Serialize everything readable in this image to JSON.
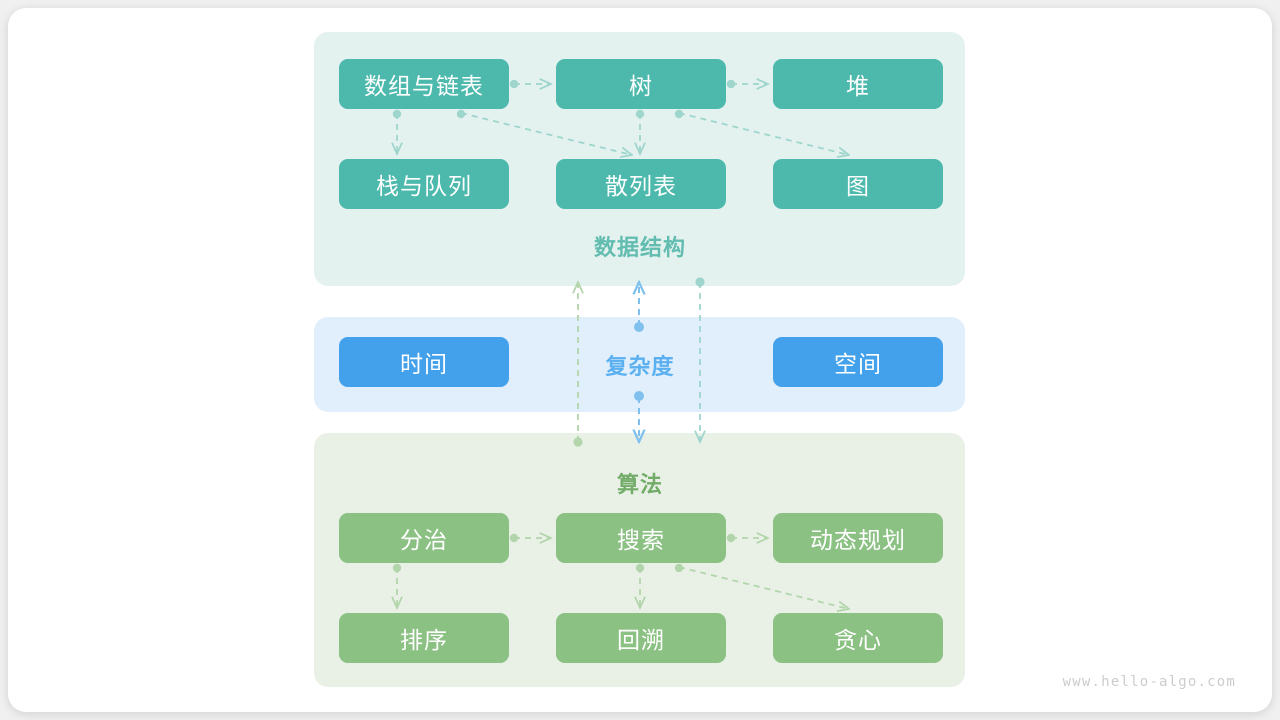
{
  "watermark": "www.hello-algo.com",
  "colors": {
    "page_background": "#f0f0f0",
    "card_background": "#ffffff",
    "teal_node": "#4cb9ac",
    "blue_node": "#42a1ea",
    "green_node": "#8cc184",
    "teal_panel": "#e4f2ef",
    "blue_panel": "#e1eefb",
    "green_panel": "#e9f1e7",
    "teal_title": "#62bdb0",
    "blue_title": "#5bb0f2",
    "green_title": "#72ac68",
    "node_label": "#ffffff",
    "watermark": "#cccccc"
  },
  "sections": {
    "data_structures": {
      "title": "数据结构",
      "nodes": [
        {
          "id": "array-linkedlist",
          "label": "数组与链表"
        },
        {
          "id": "tree",
          "label": "树"
        },
        {
          "id": "heap",
          "label": "堆"
        },
        {
          "id": "stack-queue",
          "label": "栈与队列"
        },
        {
          "id": "hash-table",
          "label": "散列表"
        },
        {
          "id": "graph",
          "label": "图"
        }
      ]
    },
    "complexity": {
      "title": "复杂度",
      "nodes": [
        {
          "id": "time",
          "label": "时间"
        },
        {
          "id": "space",
          "label": "空间"
        }
      ]
    },
    "algorithms": {
      "title": "算法",
      "nodes": [
        {
          "id": "divide-conquer",
          "label": "分治"
        },
        {
          "id": "search",
          "label": "搜索"
        },
        {
          "id": "dynamic-programming",
          "label": "动态规划"
        },
        {
          "id": "sorting",
          "label": "排序"
        },
        {
          "id": "backtracking",
          "label": "回溯"
        },
        {
          "id": "greedy",
          "label": "贪心"
        }
      ]
    }
  },
  "chart_data": {
    "type": "diagram",
    "title": "数据结构与算法知识结构图",
    "layout": "three stacked panels: 数据结构 (top), 复杂度 (middle), 算法 (bottom)",
    "groups": [
      {
        "name": "数据结构",
        "color": "#4cb9ac",
        "nodes": [
          "数组与链表",
          "树",
          "堆",
          "栈与队列",
          "散列表",
          "图"
        ]
      },
      {
        "name": "复杂度",
        "color": "#42a1ea",
        "nodes": [
          "时间",
          "空间"
        ]
      },
      {
        "name": "算法",
        "color": "#8cc184",
        "nodes": [
          "分治",
          "搜索",
          "动态规划",
          "排序",
          "回溯",
          "贪心"
        ]
      }
    ],
    "edges": [
      {
        "from": "数组与链表",
        "to": "树",
        "style": "dashed-arrow",
        "color": "#9ed5cd"
      },
      {
        "from": "树",
        "to": "堆",
        "style": "dashed-arrow",
        "color": "#9ed5cd"
      },
      {
        "from": "数组与链表",
        "to": "栈与队列",
        "style": "dashed-arrow",
        "color": "#9ed5cd"
      },
      {
        "from": "数组与链表",
        "to": "散列表",
        "style": "dashed-arrow",
        "color": "#9ed5cd"
      },
      {
        "from": "树",
        "to": "散列表",
        "style": "dashed-arrow",
        "color": "#9ed5cd"
      },
      {
        "from": "树",
        "to": "图",
        "style": "dashed-arrow",
        "color": "#9ed5cd"
      },
      {
        "from": "分治",
        "to": "搜索",
        "style": "dashed-arrow",
        "color": "#b2d5ab"
      },
      {
        "from": "搜索",
        "to": "动态规划",
        "style": "dashed-arrow",
        "color": "#b2d5ab"
      },
      {
        "from": "分治",
        "to": "排序",
        "style": "dashed-arrow",
        "color": "#b2d5ab"
      },
      {
        "from": "搜索",
        "to": "回溯",
        "style": "dashed-arrow",
        "color": "#b2d5ab"
      },
      {
        "from": "搜索",
        "to": "贪心",
        "style": "dashed-arrow",
        "color": "#b2d5ab"
      },
      {
        "from": "算法",
        "to": "数据结构",
        "style": "dashed-arrow-up",
        "color": "#b2d5ab"
      },
      {
        "from": "算法",
        "to": "复杂度",
        "style": "dashed-arrow-up",
        "color": "#7fc0ee"
      },
      {
        "from": "复杂度",
        "to": "算法",
        "style": "dashed-arrow-down",
        "color": "#7fc0ee"
      },
      {
        "from": "数据结构",
        "to": "算法",
        "style": "dashed-arrow-down",
        "color": "#9ed5cd"
      }
    ]
  }
}
